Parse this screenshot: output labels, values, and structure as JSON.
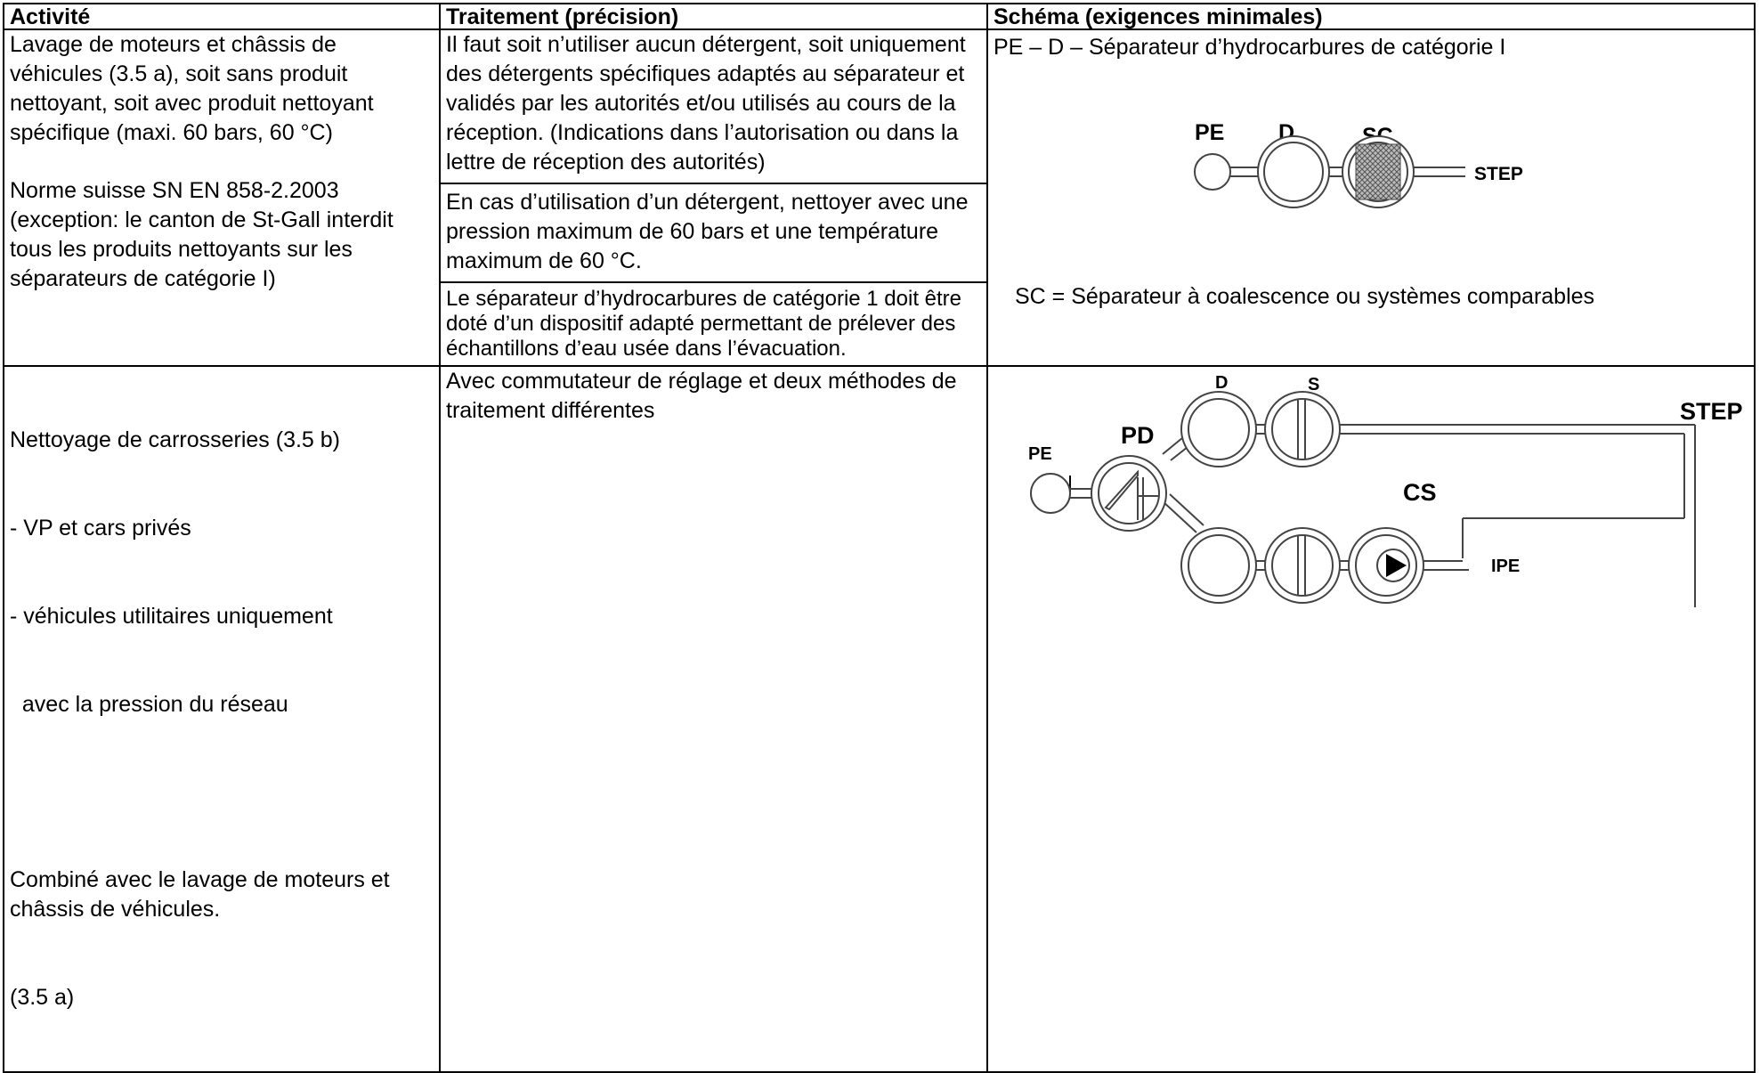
{
  "headers": {
    "activity": "Activité",
    "treatment": "Traitement (précision)",
    "scheme": "Schéma (exigences minimales)"
  },
  "rows": [
    {
      "activity": [
        "Lavage de moteurs et châssis de véhicules (3.5 a), soit sans produit nettoyant, soit avec produit nettoyant spécifique (maxi. 60 bars, 60 °C)",
        "Norme suisse SN EN 858-2.2003 (exception: le canton de St-Gall interdit tous les produits nettoyants sur les séparateurs de catégorie I)"
      ],
      "treatment": [
        "Il faut soit n’utiliser aucun détergent, soit uniquement des détergents spécifiques adaptés au séparateur et validés par les autorités et/ou utilisés au cours de la réception. (Indications dans l’autorisation ou dans la lettre de réception des autorités)",
        "En cas d’utilisation d’un détergent, nettoyer avec une pression maximum de 60 bars et une température maximum de 60 °C.",
        "Le séparateur d’hydrocarbures de catégorie 1 doit être doté d’un dispositif adapté permettant de prélever des échantillons d’eau usée dans l’évacuation."
      ],
      "scheme": {
        "title": "PE – D – Séparateur d’hydrocarbures de catégorie I",
        "labels": {
          "pe": "PE",
          "d": "D",
          "sc": "SC",
          "step": "STEP"
        },
        "caption": "SC = Séparateur à coalescence ou systèmes comparables"
      }
    },
    {
      "activity": [
        "Nettoyage de carrosseries (3.5 b)",
        "- VP et cars privés",
        "- véhicules utilitaires uniquement",
        "  avec la pression du réseau",
        "Combiné avec le lavage de moteurs et châssis de véhicules.",
        "(3.5 a)"
      ],
      "treatment": [
        "Avec commutateur de réglage et deux méthodes de traitement différentes"
      ],
      "scheme": {
        "labels": {
          "d": "D",
          "s": "S",
          "step": "STEP",
          "pd": "PD",
          "pe": "PE",
          "cs": "CS",
          "ipe": "IPE"
        }
      }
    }
  ]
}
